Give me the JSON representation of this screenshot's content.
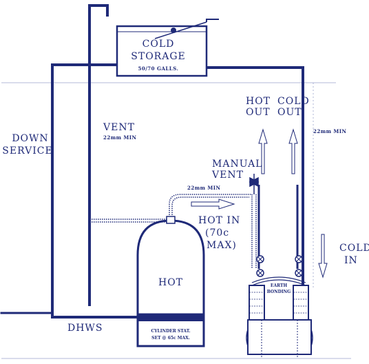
{
  "colors": {
    "ink": "#1f2a78",
    "ink_light": "#6f7bb8",
    "background": "#ffffff"
  },
  "tank": {
    "title_line1": "COLD",
    "title_line2": "STORAGE",
    "capacity": "50/70 GALLS."
  },
  "labels": {
    "down_service_line1": "DOWN",
    "down_service_line2": "SERVICE",
    "vent": "VENT",
    "vent_size": "22mm MIN",
    "manual_vent_line1": "MANUAL",
    "manual_vent_line2": "VENT",
    "pipe_size_top": "22mm MIN",
    "pipe_size_right": "22mm MIN",
    "hot_in_line1": "HOT IN",
    "hot_in_line2": "(70c",
    "hot_in_line3": "MAX)",
    "hot_out_line1": "HOT",
    "hot_out_line2": "OUT",
    "cold_out_line1": "COLD",
    "cold_out_line2": "OUT",
    "cold_in_line1": "COLD",
    "cold_in_line2": "IN",
    "earth_bonding_line1": "EARTH",
    "earth_bonding_line2": "BONDING",
    "dhws": "DHWS"
  },
  "cylinder": {
    "label": "HOT",
    "stat_line1": "CYLINDER STAT.",
    "stat_line2": "SET @ 65c MAX."
  }
}
